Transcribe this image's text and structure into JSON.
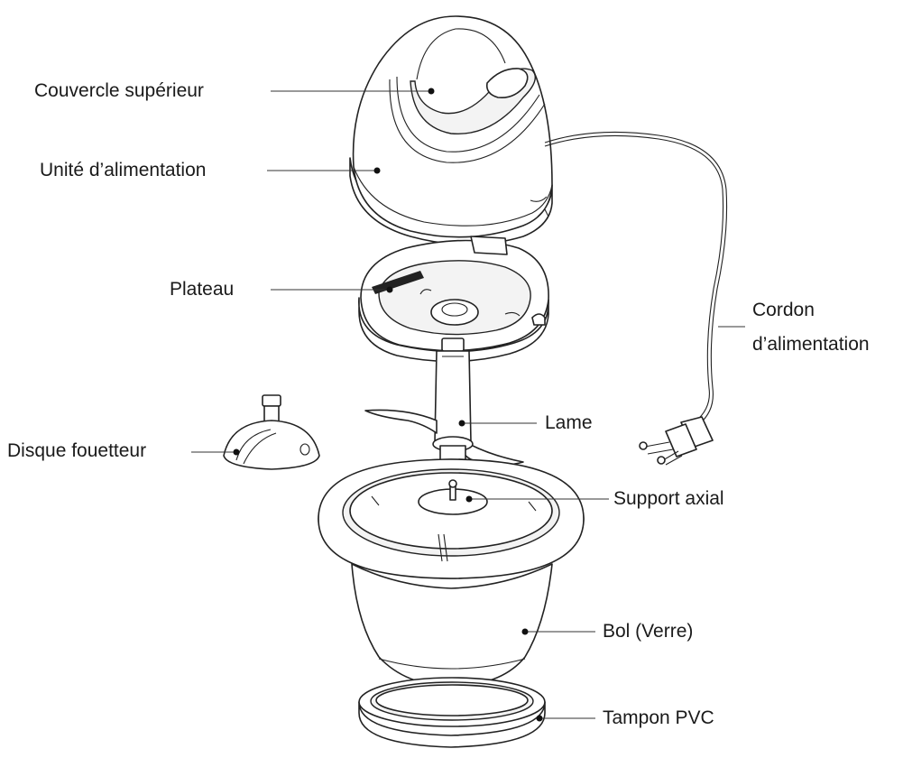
{
  "labels": {
    "top_cover": "Couvercle supérieur",
    "motor_unit": "Unité d’alimentation",
    "tray": "Plateau",
    "cord_line1": "Cordon",
    "cord_line2": "d’alimentation",
    "whisk_disc": "Disque fouetteur",
    "blade": "Lame",
    "axial_support": "Support axial",
    "bowl": "Bol (Verre)",
    "pvc_pad": "Tampon PVC"
  },
  "colors": {
    "line": "#222222",
    "text": "#1a1a1a",
    "background": "#ffffff"
  }
}
